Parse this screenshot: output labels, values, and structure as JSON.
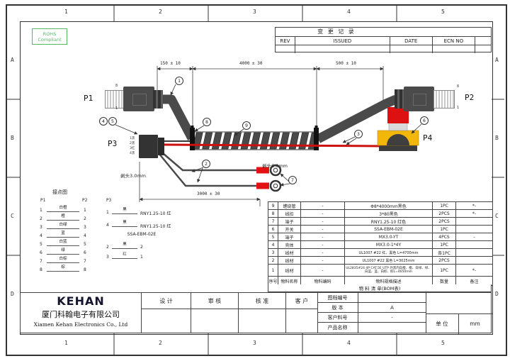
{
  "rohs": {
    "line1": "ROHS",
    "line2": "Compliant"
  },
  "change_record": {
    "title": "变 更 记 录",
    "col_rev": "REV",
    "col_issued": "ISSUED",
    "col_date": "DATE",
    "col_ecn": "ECN NO"
  },
  "drawing": {
    "p1": "P1",
    "p2": "P2",
    "p3": "P3",
    "p4": "P4",
    "p1_pin_top": "8",
    "p1_pin_bottom": "1",
    "p2_pin_top": "8",
    "p2_pin_bottom": "1",
    "dim_150": "150 ± 10",
    "dim_4000": "4000 ± 30",
    "dim_500": "500 ± 10",
    "dim_3000": "3000 ± 30",
    "strip_p3": "剥头3.0mm",
    "strip_ring": "剥头6.0mm",
    "p3_pins": [
      "1黑",
      "2黑",
      "3红",
      "4黑"
    ],
    "callouts": {
      "c1": "1",
      "c2": "2",
      "c3": "3",
      "c4": "4",
      "c5": "5",
      "c6": "6",
      "c7": "7",
      "c8": "8",
      "c9": "9"
    }
  },
  "connection": {
    "title": "接点图",
    "p1": "P1",
    "p2": "P2",
    "p3": "P3",
    "rows": [
      {
        "l": "1",
        "c": "白橙",
        "r": "1"
      },
      {
        "l": "2",
        "c": "橙",
        "r": "2"
      },
      {
        "l": "3",
        "c": "白绿",
        "r": "3"
      },
      {
        "l": "4",
        "c": "蓝",
        "r": "4"
      },
      {
        "l": "5",
        "c": "白蓝",
        "r": "5"
      },
      {
        "l": "6",
        "c": "绿",
        "r": "6"
      },
      {
        "l": "7",
        "c": "白棕",
        "r": "7"
      },
      {
        "l": "8",
        "c": "棕",
        "r": "8"
      }
    ],
    "p3_rows": [
      {
        "l": "1",
        "c": "黑",
        "r": "RNY1.25-10 红"
      },
      {
        "l": "4",
        "c": "黑",
        "r": "RNY1.25-10 红"
      },
      {
        "l": "2",
        "c": "黑",
        "r": "2"
      },
      {
        "l": "3",
        "c": "红",
        "r": "1"
      }
    ],
    "p3_mid": "SSA-EBM-02E"
  },
  "bom": {
    "headers": {
      "no": "序号",
      "name": "物料名称",
      "code": "物料编码",
      "desc": "物料规格描述",
      "qty": "数量",
      "note": "备注"
    },
    "rows": [
      {
        "no": "9",
        "name": "缠绕管",
        "code": "-",
        "desc": "Φ8*4000mm黑色",
        "qty": "1PC",
        "note": "*-"
      },
      {
        "no": "8",
        "name": "线扣",
        "code": "-",
        "desc": "3*80黑色",
        "qty": "2PCS",
        "note": "*-"
      },
      {
        "no": "7",
        "name": "端子",
        "code": "-",
        "desc": "RNY1.25-10 红色",
        "qty": "2PCS",
        "note": ""
      },
      {
        "no": "6",
        "name": "开关",
        "code": "-",
        "desc": "SSA-EBM-02E",
        "qty": "1PC",
        "note": ""
      },
      {
        "no": "5",
        "name": "端子",
        "code": "-",
        "desc": "MX3.0-YT",
        "qty": "4PCS",
        "note": "-"
      },
      {
        "no": "4",
        "name": "壳体",
        "code": "-",
        "desc": "MX3.0-1*4Y",
        "qty": "1PC",
        "note": ""
      },
      {
        "no": "3",
        "name": "线材",
        "code": "-",
        "desc": "UL1007 #22 红、黑色 L=4700mm",
        "qty": "各1PC",
        "note": ""
      },
      {
        "no": "2",
        "name": "线材",
        "code": "-",
        "desc": "UL1007 #22 黑色 L=3025mm",
        "qty": "2PCS",
        "note": ""
      },
      {
        "no": "1",
        "name": "线材",
        "code": "-",
        "desc": "UL2835#24 4P CAT.5E UTP 外黑内白橙、橙、白绿、绿、白蓝、蓝、白棕、棕L=4650mm",
        "qty": "1PC",
        "note": "*-"
      }
    ],
    "footer": "物 料 清 单(BOM表)"
  },
  "title_block": {
    "logo": "KEHAN",
    "company_cn": "厦门科翰电子有限公司",
    "company_en": "Xiamen Kehan Electronics Co., Ltd",
    "sig_design": "设 计",
    "sig_review": "审 核",
    "sig_approve": "核 准",
    "sig_customer": "客 户",
    "field_doc_label": "图档编号",
    "field_doc_value": "",
    "field_ver_label": "版  本",
    "field_ver_value": "A",
    "field_cust_label": "客户料号",
    "field_cust_value": "-",
    "field_prod_label": "产品名称",
    "field_prod_value": "",
    "unit_label": "单 位",
    "unit_value": "mm"
  },
  "grid": {
    "c1": "1",
    "c2": "2",
    "c3": "3",
    "c4": "4",
    "c5": "5",
    "rA": "A",
    "rB": "B",
    "rC": "C",
    "rD": "D"
  }
}
